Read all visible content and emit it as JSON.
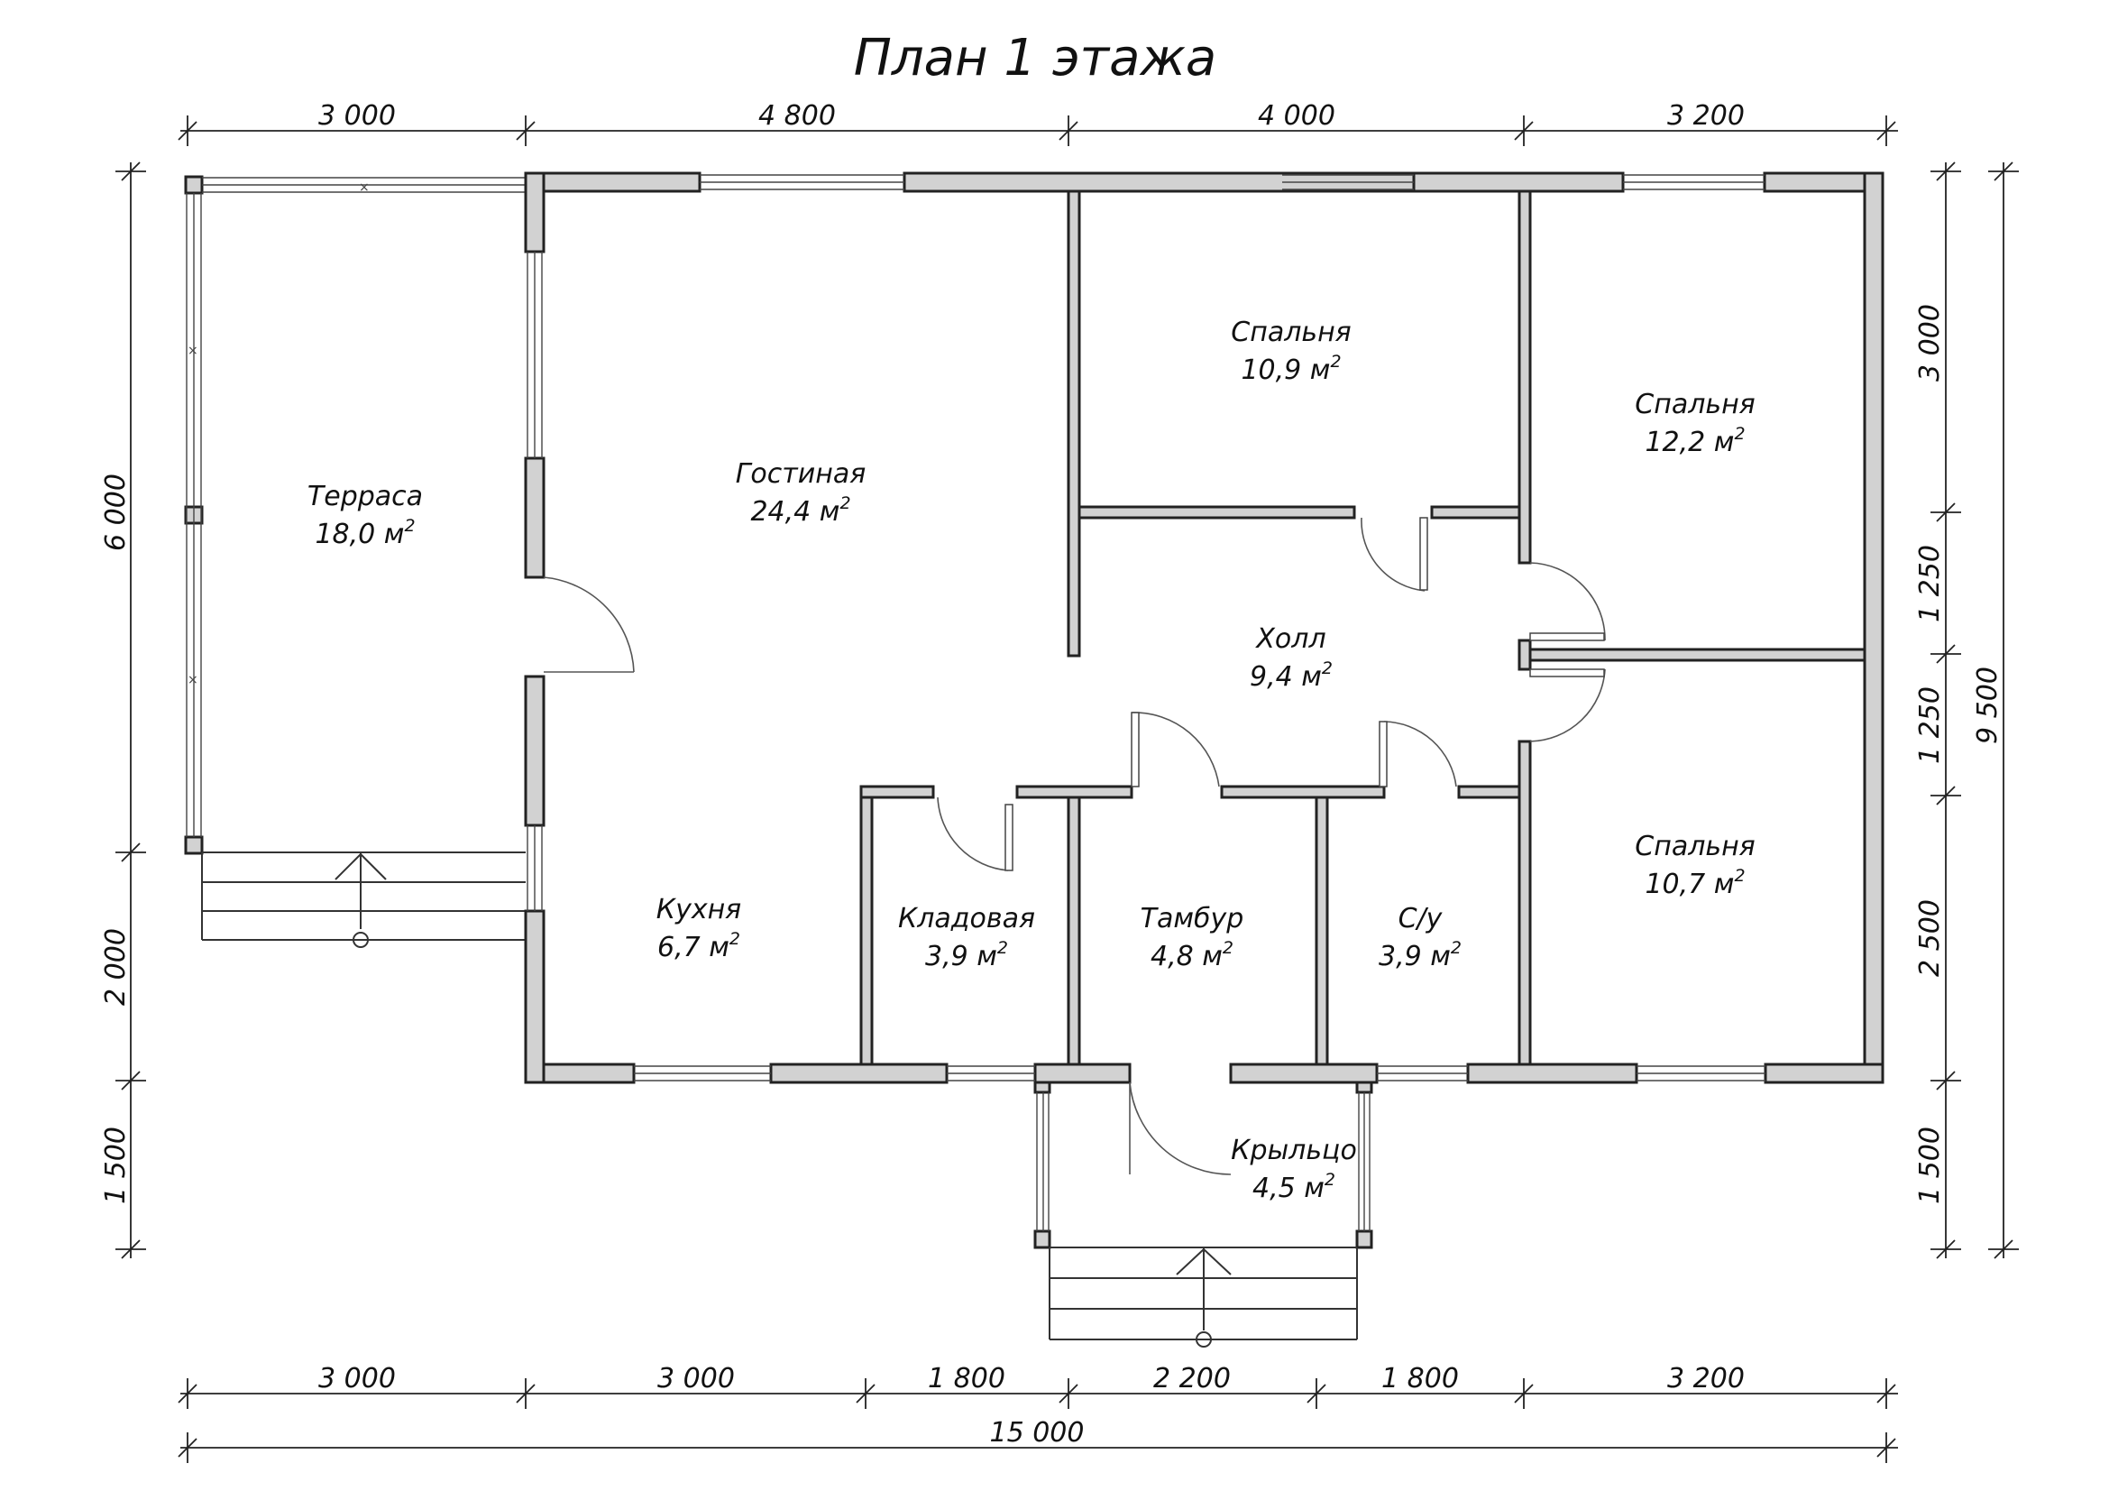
{
  "title": "План 1 этажа",
  "dimensions": {
    "top": [
      "3 000",
      "4 800",
      "4 000",
      "3 200"
    ],
    "bottom": [
      "3 000",
      "3 000",
      "1 800",
      "2 200",
      "1 800",
      "3 200"
    ],
    "bottom_total": "15 000",
    "left": [
      "6 000",
      "2 000",
      "1 500"
    ],
    "right": [
      "3 000",
      "1 250",
      "1 250",
      "2 500",
      "1 500"
    ],
    "right_total": "9 500"
  },
  "rooms": {
    "terrace": {
      "name": "Терраса",
      "area": "18,0 м",
      "sup": "2"
    },
    "living": {
      "name": "Гостиная",
      "area": "24,4 м",
      "sup": "2"
    },
    "bedroom1": {
      "name": "Спальня",
      "area": "10,9 м",
      "sup": "2"
    },
    "bedroom2": {
      "name": "Спальня",
      "area": "12,2 м",
      "sup": "2"
    },
    "hall": {
      "name": "Холл",
      "area": "9,4 м",
      "sup": "2"
    },
    "bedroom3": {
      "name": "Спальня",
      "area": "10,7 м",
      "sup": "2"
    },
    "kitchen": {
      "name": "Кухня",
      "area": "6,7 м",
      "sup": "2"
    },
    "storage": {
      "name": "Кладовая",
      "area": "3,9 м",
      "sup": "2"
    },
    "vestibule": {
      "name": "Тамбур",
      "area": "4,8 м",
      "sup": "2"
    },
    "wc": {
      "name": "С/у",
      "area": "3,9 м",
      "sup": "2"
    },
    "porch": {
      "name": "Крыльцо",
      "area": "4,5 м",
      "sup": "2"
    }
  }
}
